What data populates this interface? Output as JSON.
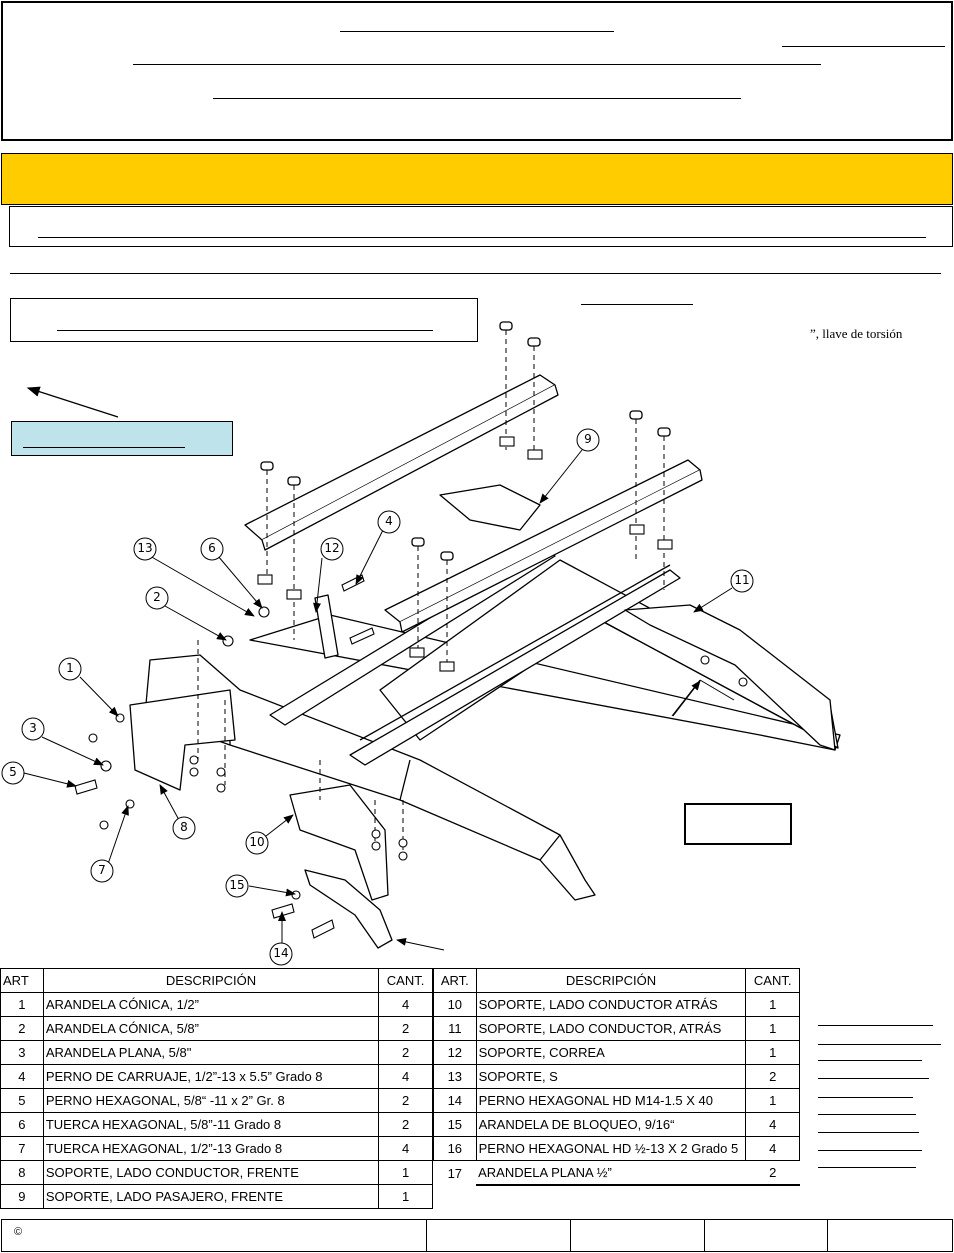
{
  "header": {
    "tools_fragment": "”, llave de torsión"
  },
  "callouts": [
    "1",
    "2",
    "3",
    "4",
    "5",
    "6",
    "7",
    "8",
    "9",
    "10",
    "11",
    "12",
    "13",
    "14",
    "15"
  ],
  "table_left": {
    "headers": [
      "ART",
      "DESCRIPCIÓN",
      "CANT."
    ],
    "rows": [
      [
        "1",
        "ARANDELA CÓNICA, 1/2”",
        "4"
      ],
      [
        "2",
        "ARANDELA CÓNICA, 5/8”",
        "2"
      ],
      [
        "3",
        "ARANDELA PLANA, 5/8\"",
        "2"
      ],
      [
        "4",
        "PERNO DE CARRUAJE, 1/2”-13 x 5.5” Grado 8",
        "4"
      ],
      [
        "5",
        "PERNO HEXAGONAL, 5/8“ -11 x 2” Gr. 8",
        "2"
      ],
      [
        "6",
        "TUERCA HEXAGONAL, 5/8”-11 Grado 8",
        "2"
      ],
      [
        "7",
        "TUERCA HEXAGONAL, 1/2”-13 Grado 8",
        "4"
      ],
      [
        "8",
        "SOPORTE, LADO CONDUCTOR, FRENTE",
        "1"
      ],
      [
        "9",
        "SOPORTE, LADO PASAJERO, FRENTE",
        "1"
      ]
    ]
  },
  "table_right": {
    "headers": [
      "ART.",
      "DESCRIPCIÓN",
      "CANT."
    ],
    "rows": [
      [
        "10",
        "SOPORTE, LADO CONDUCTOR  ATRÁS",
        "1"
      ],
      [
        "11",
        "SOPORTE, LADO CONDUCTOR, ATRÁS",
        "1"
      ],
      [
        "12",
        "SOPORTE, CORREA",
        "1"
      ],
      [
        "13",
        "SOPORTE, S",
        "2"
      ],
      [
        "14",
        "PERNO HEXAGONAL HD M14-1.5 X 40",
        "1"
      ],
      [
        "15",
        "ARANDELA DE BLOQUEO, 9/16“",
        "4"
      ],
      [
        "16",
        "PERNO HEXAGONAL HD ½-13 X 2 Grado 5",
        "4"
      ],
      [
        "17",
        "ARANDELA PLANA ½”",
        "2"
      ]
    ]
  },
  "footer": {
    "copyright": "©"
  },
  "colors": {
    "banner_yellow": "#FFCC00",
    "note_blue": "#BFE3EA"
  }
}
